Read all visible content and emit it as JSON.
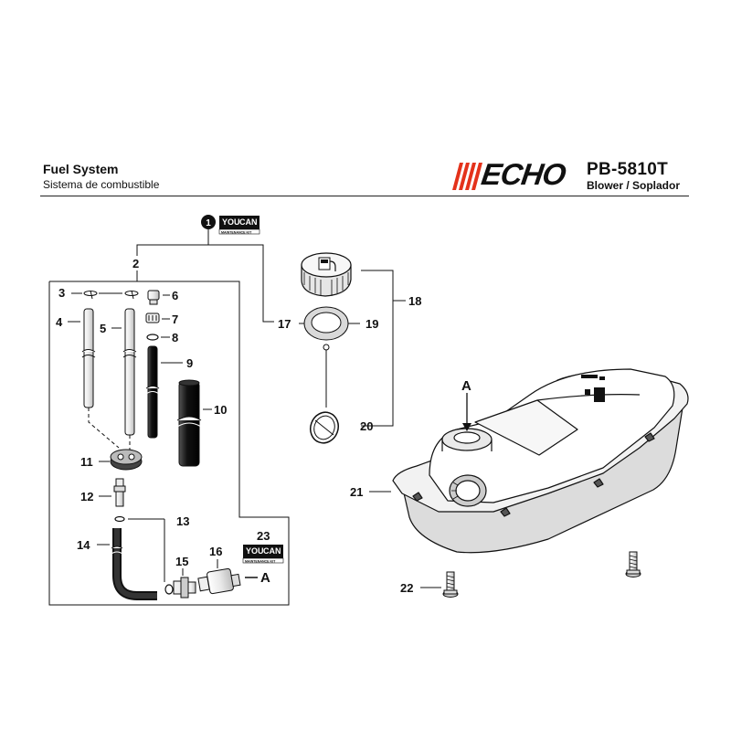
{
  "header": {
    "title": "Fuel System",
    "subtitle": "Sistema de combustible",
    "brand": "ECHO",
    "model": "PB-5810T",
    "product": "Blower / Soplador"
  },
  "kit_badge": {
    "line1": "YOU",
    "line2": "CAN",
    "line3": "MAINTENANCE KIT"
  },
  "parts": {
    "p1": "1",
    "p2": "2",
    "p3": "3",
    "p4": "4",
    "p5": "5",
    "p6": "6",
    "p7": "7",
    "p8": "8",
    "p9": "9",
    "p10": "10",
    "p11": "11",
    "p12": "12",
    "p13": "13",
    "p14": "14",
    "p15": "15",
    "p16": "16",
    "p17": "17",
    "p18": "18",
    "p19": "19",
    "p20": "20",
    "p21": "21",
    "p22": "22",
    "p23": "23",
    "ref_a": "A"
  },
  "colors": {
    "line": "#111111",
    "shade": "#d9d9d9",
    "brand_stripe": "#e4321b"
  }
}
